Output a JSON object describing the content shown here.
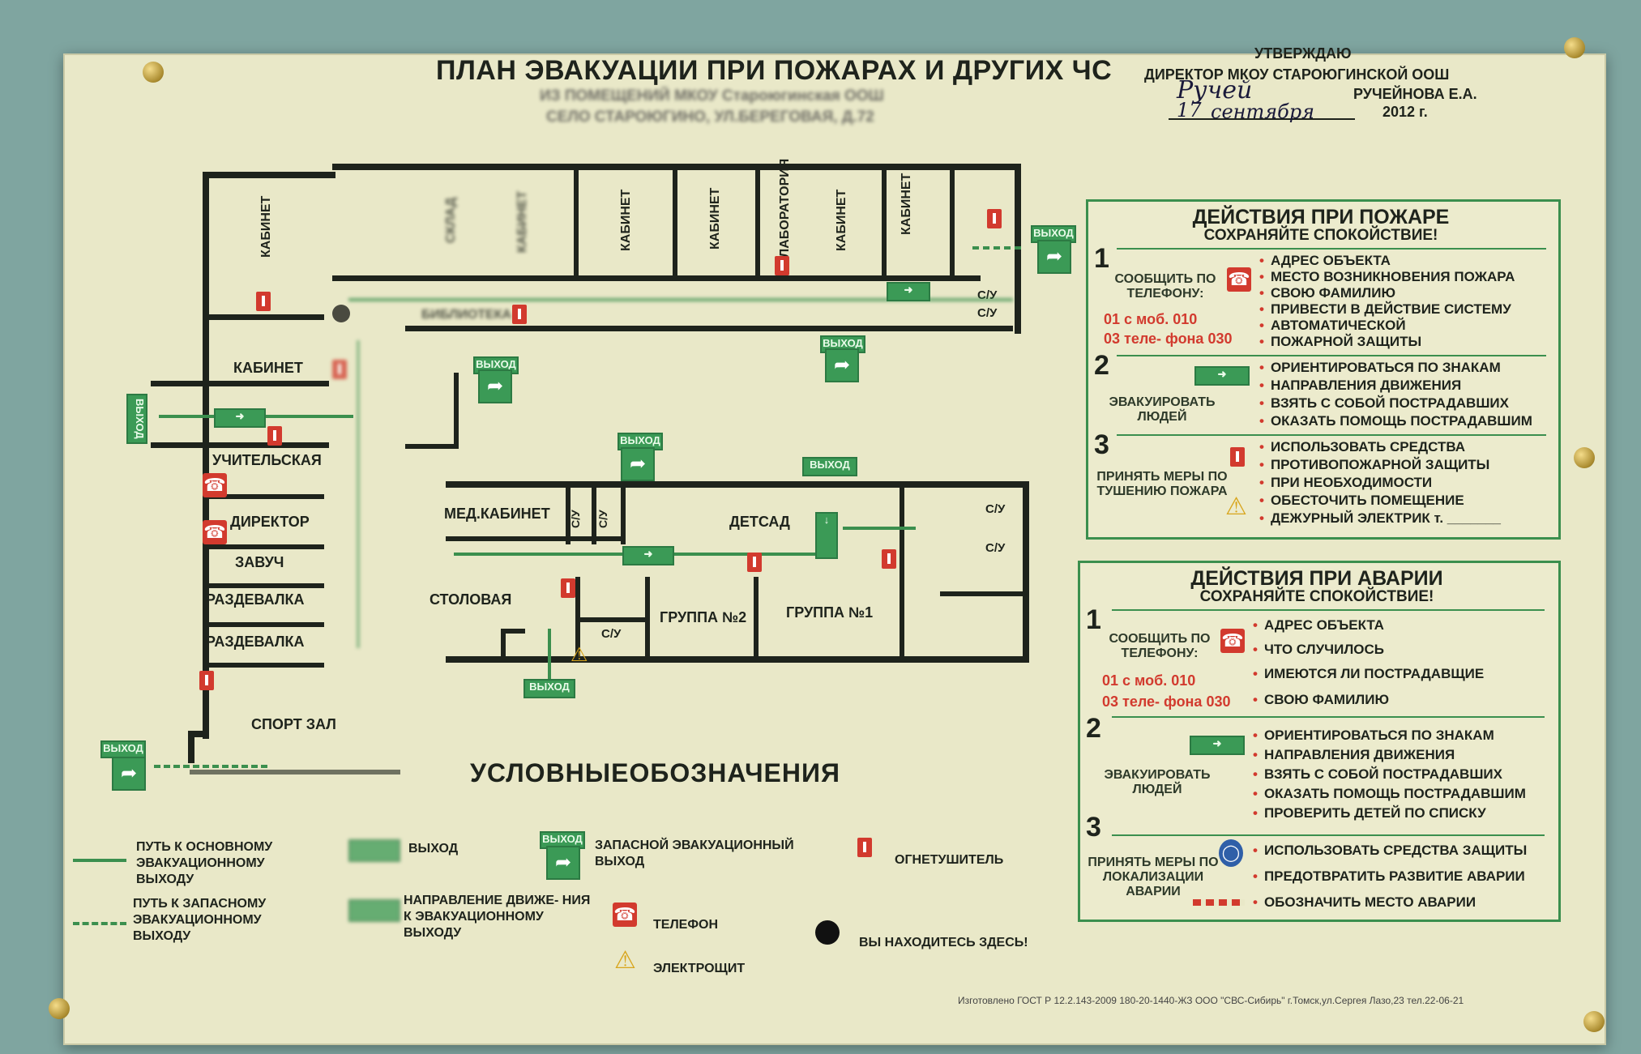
{
  "header": {
    "title": "ПЛАН ЭВАКУАЦИИ ПРИ ПОЖАРАХ И ДРУГИХ ЧС",
    "subtitle1": "ИЗ ПОМЕЩЕНИЙ МКОУ Староюгинская  ООШ",
    "subtitle2": "СЕЛО СТАРОЮГИНО, УЛ.БЕРЕГОВАЯ, Д.72"
  },
  "approval": {
    "line1": "УТВЕРЖДАЮ",
    "line2": "ДИРЕКТОР МКОУ СТАРОЮГИНСКОЙ ООШ",
    "name": "РУЧЕЙНОВА Е.А.",
    "date_day": "17",
    "date_month": "сентября",
    "year": "2012 г.",
    "signature": "Ручей"
  },
  "rooms": {
    "kab1": "КАБИНЕТ",
    "sklad": "СКЛАД",
    "kab2": "КАБИНЕТ",
    "kab3": "КАБИНЕТ",
    "kab4": "КАБИНЕТ",
    "lab": "ЛАБОРАТОРИЯ",
    "kab5": "КАБИНЕТ",
    "kab6": "КАБИНЕТ",
    "kabinet_left": "КАБИНЕТ",
    "biblioteka": "БИБЛИОТЕКА",
    "uchitelskaya": "УЧИТЕЛЬСКАЯ",
    "direktor": "ДИРЕКТОР",
    "zavuch": "ЗАВУЧ",
    "razdevalka1": "РАЗДЕВАЛКА",
    "razdevalka2": "РАЗДЕВАЛКА",
    "sportzal": "СПОРТ ЗАЛ",
    "medkab": "МЕД.КАБИНЕТ",
    "stolovaya": "СТОЛОВАЯ",
    "detsad": "ДЕТСАД",
    "gruppa2": "ГРУППА №2",
    "gruppa1": "ГРУППА №1",
    "su": "С/У"
  },
  "signs": {
    "vyhod": "ВЫХОД"
  },
  "fire_panel": {
    "title": "ДЕЙСТВИЯ ПРИ ПОЖАРЕ",
    "subtitle": "СОХРАНЯЙТЕ СПОКОЙСТВИЕ!",
    "step1_label": "СООБЩИТЬ ПО ТЕЛЕФОНУ:",
    "codes": [
      "01 с моб. 010",
      "03 теле- фона 030"
    ],
    "step1_items": [
      "АДРЕС ОБЪЕКТА",
      "МЕСТО ВОЗНИКНОВЕНИЯ ПОЖАРА",
      "СВОЮ ФАМИЛИЮ",
      "ПРИВЕСТИ В ДЕЙСТВИЕ СИСТЕМУ",
      "АВТОМАТИЧЕСКОЙ",
      "ПОЖАРНОЙ ЗАЩИТЫ"
    ],
    "step2_label": "ЭВАКУИРОВАТЬ ЛЮДЕЙ",
    "step2_items": [
      "ОРИЕНТИРОВАТЬСЯ ПО ЗНАКАМ",
      "НАПРАВЛЕНИЯ ДВИЖЕНИЯ",
      "ВЗЯТЬ С СОБОЙ ПОСТРАДАВШИХ",
      "ОКАЗАТЬ ПОМОЩЬ ПОСТРАДАВШИМ"
    ],
    "step3_label": "ПРИНЯТЬ МЕРЫ ПО ТУШЕНИЮ ПОЖАРА",
    "step3_items": [
      "ИСПОЛЬЗОВАТЬ СРЕДСТВА",
      "ПРОТИВОПОЖАРНОЙ ЗАЩИТЫ",
      "ПРИ НЕОБХОДИМОСТИ",
      "ОБЕСТОЧИТЬ ПОМЕЩЕНИЕ",
      "ДЕЖУРНЫЙ ЭЛЕКТРИК т. _______"
    ]
  },
  "accident_panel": {
    "title": "ДЕЙСТВИЯ ПРИ АВАРИИ",
    "subtitle": "СОХРАНЯЙТЕ СПОКОЙСТВИЕ!",
    "step1_label": "СООБЩИТЬ ПО ТЕЛЕФОНУ:",
    "codes": [
      "01 с моб. 010",
      "03 теле- фона 030"
    ],
    "step1_items": [
      "АДРЕС ОБЪЕКТА",
      "ЧТО СЛУЧИЛОСЬ",
      "ИМЕЮТСЯ ЛИ ПОСТРАДАВЩИЕ",
      "СВОЮ ФАМИЛИЮ"
    ],
    "step2_label": "ЭВАКУИРОВАТЬ ЛЮДЕЙ",
    "step2_items": [
      "ОРИЕНТИРОВАТЬСЯ ПО ЗНАКАМ",
      "НАПРАВЛЕНИЯ ДВИЖЕНИЯ",
      "ВЗЯТЬ С СОБОЙ ПОСТРАДАВШИХ",
      "ОКАЗАТЬ ПОМОЩЬ ПОСТРАДАВШИМ",
      "ПРОВЕРИТЬ ДЕТЕЙ ПО СПИСКУ"
    ],
    "step3_label": "ПРИНЯТЬ МЕРЫ ПО ЛОКАЛИЗАЦИИ АВАРИИ",
    "step3_items": [
      "ИСПОЛЬЗОВАТЬ СРЕДСТВА ЗАЩИТЫ",
      "ПРЕДОТВРАТИТЬ РАЗВИТИЕ АВАРИИ",
      "ОБОЗНАЧИТЬ МЕСТО АВАРИИ"
    ]
  },
  "legend": {
    "title": "УСЛОВНЫЕОБОЗНАЧЕНИЯ",
    "main_path": "ПУТЬ К ОСНОВНОМУ ЭВАКУАЦИОННОМУ ВЫХОДУ",
    "spare_path": "ПУТЬ К ЗАПАСНОМУ ЭВАКУАЦИОННОМУ ВЫХОДУ",
    "exit": "ВЫХОД",
    "direction": "НАПРАВЛЕНИЕ ДВИЖЕ- НИЯ К ЭВАКУАЦИОННОМУ ВЫХОДУ",
    "spare_exit": "ЗАПАСНОЙ ЭВАКУАЦИОННЫЙ ВЫХОД",
    "phone": "ТЕЛЕФОН",
    "panel": "ЭЛЕКТРОЩИТ",
    "extinguisher": "ОГНЕТУШИТЕЛЬ",
    "here": "ВЫ НАХОДИТЕСЬ ЗДЕСЬ!"
  },
  "footer": {
    "text": "Изготовлено ГОСТ Р 12.2.143-2009 180-20-1440-ЖЗ  ООО \"СВС-Сибирь\" г.Томск,ул.Сергея Лазо,23 тел.22-06-21"
  },
  "icons": {
    "phone": "phone-icon",
    "extinguisher": "extinguisher-icon",
    "panel": "electrical-panel-icon",
    "exit": "exit-sign-icon",
    "you_are_here": "you-are-here-icon",
    "protection": "protection-icon"
  },
  "colors": {
    "green": "#3b9a56",
    "red": "#d23a2e",
    "board": "#e9e8c8",
    "wall": "#1e231c"
  }
}
